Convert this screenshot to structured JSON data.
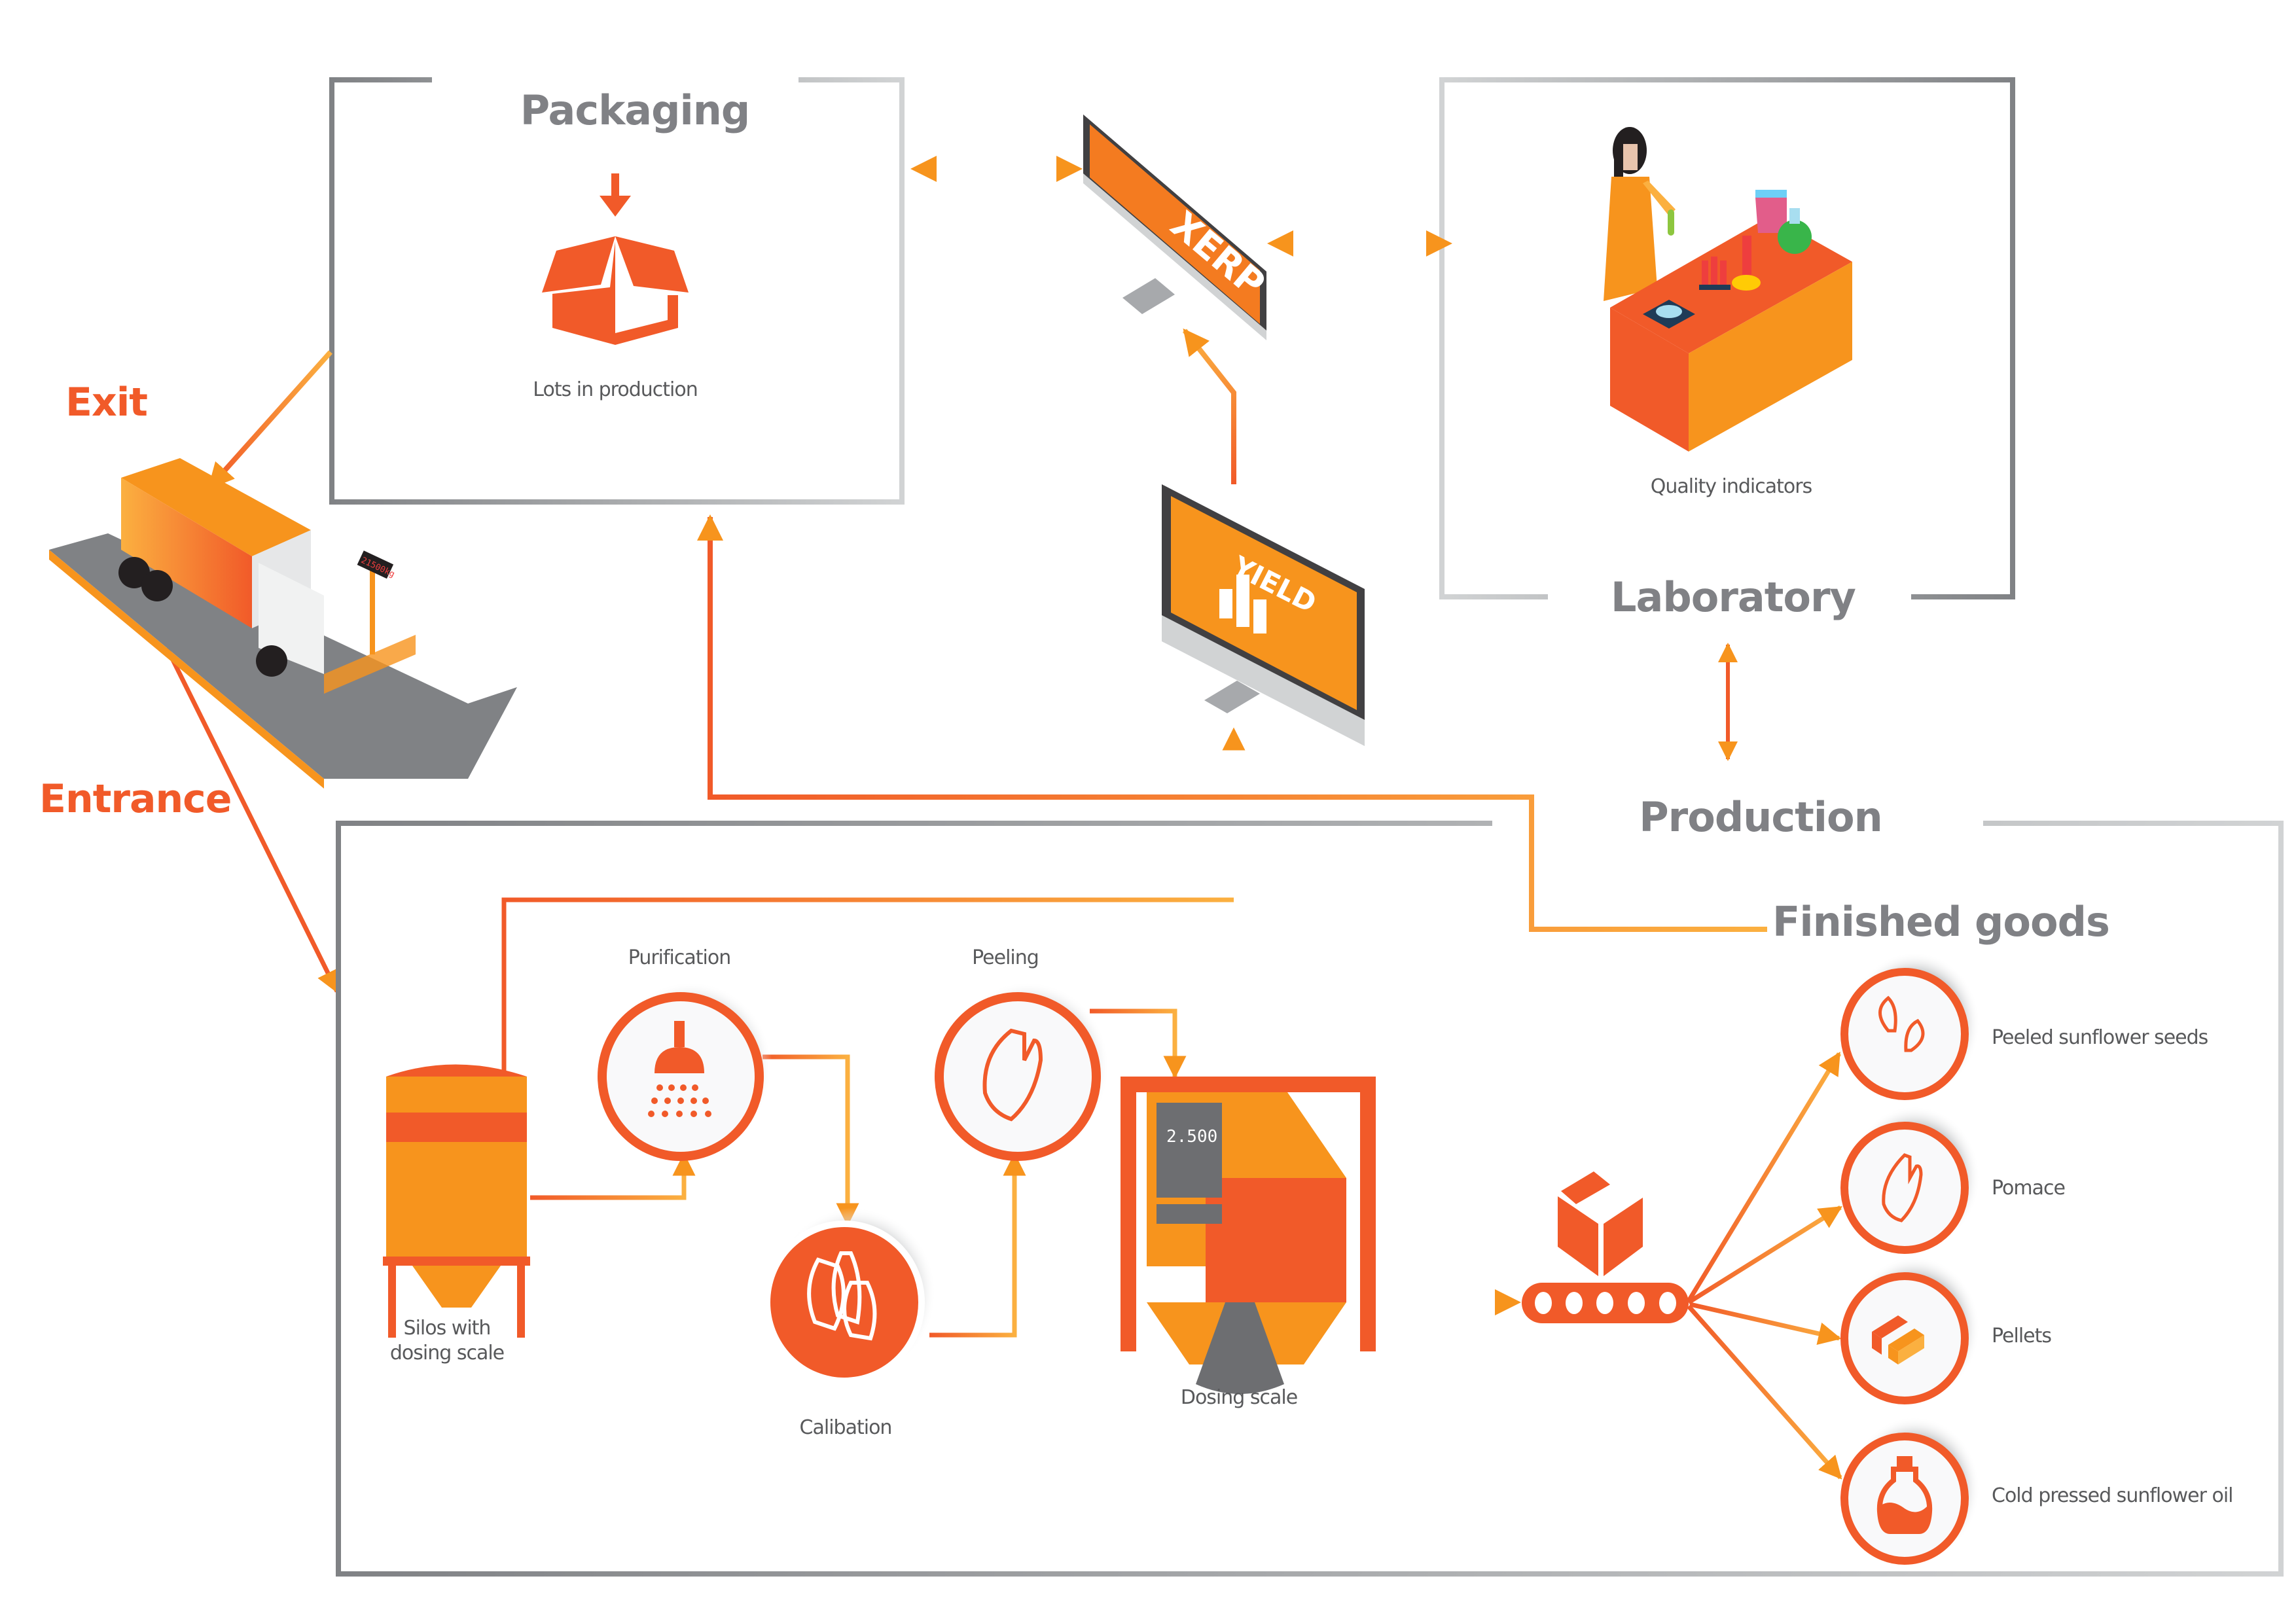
{
  "diagram": {
    "sections": {
      "packaging": {
        "title": "Packaging",
        "caption": "Lots in production"
      },
      "laboratory": {
        "title": "Laboratory",
        "caption": "Quality indicators"
      },
      "production": {
        "title": "Production"
      },
      "finished_goods": {
        "title": "Finished goods"
      }
    },
    "systems": {
      "erp": {
        "screen_text": "XERP"
      },
      "yield": {
        "screen_text": "YIELD"
      }
    },
    "weighbridge": {
      "exit_label": "Exit",
      "entrance_label": "Entrance",
      "display_value": "21500kg"
    },
    "process_steps": [
      {
        "id": "silos",
        "label_line1": "Silos with",
        "label_line2": "dosing scale"
      },
      {
        "id": "purification",
        "label": "Purification"
      },
      {
        "id": "calibration",
        "label": "Calibation"
      },
      {
        "id": "peeling",
        "label": "Peeling"
      },
      {
        "id": "dosing",
        "label": "Dosing scale",
        "display_value": "2.500"
      }
    ],
    "products": [
      {
        "label": "Peeled sunflower seeds",
        "icon": "seeds-icon"
      },
      {
        "label": "Pomace",
        "icon": "husk-icon"
      },
      {
        "label": "Pellets",
        "icon": "pellets-icon"
      },
      {
        "label": "Cold pressed sunflower oil",
        "icon": "oil-bottle-icon"
      }
    ],
    "colors": {
      "orange_red": "#f15a29",
      "orange": "#f7941d",
      "light_orange": "#fbb040",
      "gray_text": "#808185",
      "dark_gray": "#58595b",
      "frame_gray": "#939598",
      "frame_light": "#d1d3d4"
    }
  }
}
